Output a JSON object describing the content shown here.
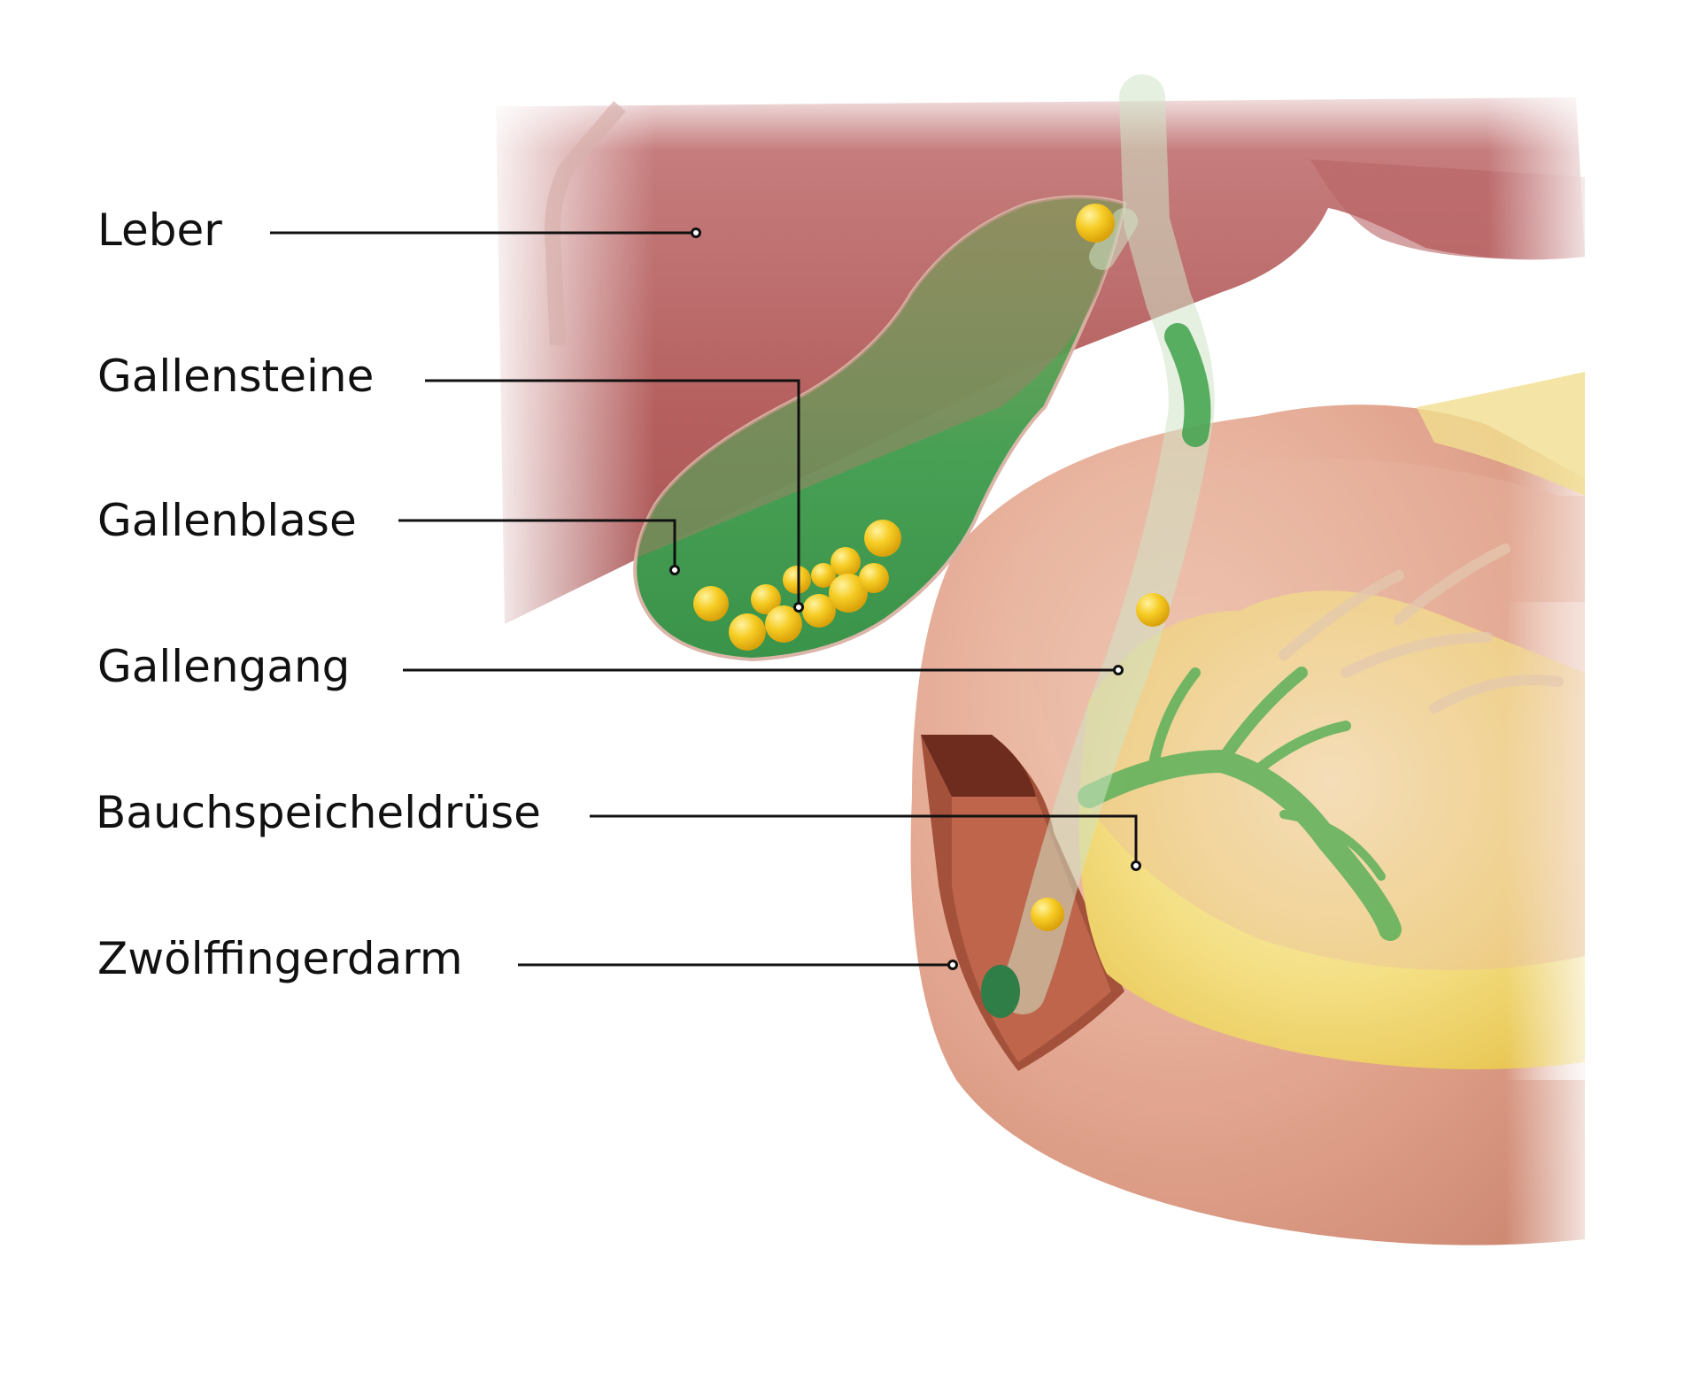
{
  "labels": {
    "liver": "Leber",
    "gallstones": "Gallensteine",
    "gallbladder": "Gallenblase",
    "bile_duct": "Gallengang",
    "pancreas": "Bauchspeicheldrüse",
    "duodenum": "Zwölffingerdarm"
  },
  "colors": {
    "liver": "#b96466",
    "gallbladder": "#3fa14e",
    "stones": "#f2c21a",
    "duodenum": "#d99a84",
    "pancreas": "#f1db7e",
    "leader_line": "#111111"
  }
}
